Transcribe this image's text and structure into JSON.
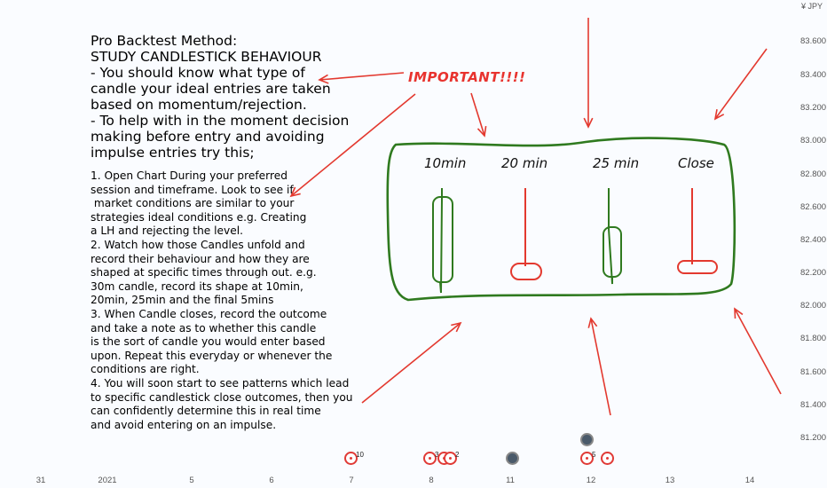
{
  "chart_data": {
    "type": "annotated-chart",
    "currency": "JPY",
    "price_axis": {
      "labels": [
        "83.600",
        "83.400",
        "83.200",
        "83.000",
        "82.800",
        "82.600",
        "82.400",
        "82.200",
        "82.000",
        "81.800",
        "81.600",
        "81.400",
        "81.200"
      ]
    },
    "date_axis": {
      "labels": [
        "31",
        "2021",
        "5",
        "6",
        "7",
        "8",
        "11",
        "12",
        "13",
        "14"
      ]
    },
    "candles": [
      {
        "label": "10min",
        "color": "#2f7a1f"
      },
      {
        "label": "20 min",
        "color": "#e3392f"
      },
      {
        "label": "25 min",
        "color": "#2f7a1f"
      },
      {
        "label": "Close",
        "color": "#e3392f"
      }
    ],
    "event_markers": [
      "10",
      "3",
      "2",
      "5"
    ]
  },
  "notes": {
    "heading": "Pro Backtest Method:\nSTUDY CANDLESTICK BEHAVIOUR\n- You should know what type of\ncandle your ideal entries are taken\nbased on momentum/rejection.\n- To help with in the moment decision\nmaking before entry and avoiding\nimpulse entries try this;",
    "steps": "1. Open Chart During your preferred\nsession and timeframe. Look to see if\n market conditions are similar to your\nstrategies ideal conditions e.g. Creating\na LH and rejecting the level.\n2. Watch how those Candles unfold and\nrecord their behaviour and how they are\nshaped at specific times through out. e.g.\n30m candle, record its shape at 10min,\n20min, 25min and the final 5mins\n3. When Candle closes, record the outcome\nand take a note as to whether this candle\nis the sort of candle you would enter based\nupon. Repeat this everyday or whenever the\nconditions are right.\n4. You will soon start to see patterns which lead\nto specific candlestick close outcomes, then you\ncan confidently determine this in real time\nand avoid entering on an impulse."
  },
  "annotation": {
    "important": "IMPORTANT!!!!",
    "currency_badge": "¥ JPY",
    "colors": {
      "arrow": "#e3392f",
      "box": "#2f7a1f",
      "bear": "#e3392f",
      "bull": "#2f7a1f"
    }
  }
}
